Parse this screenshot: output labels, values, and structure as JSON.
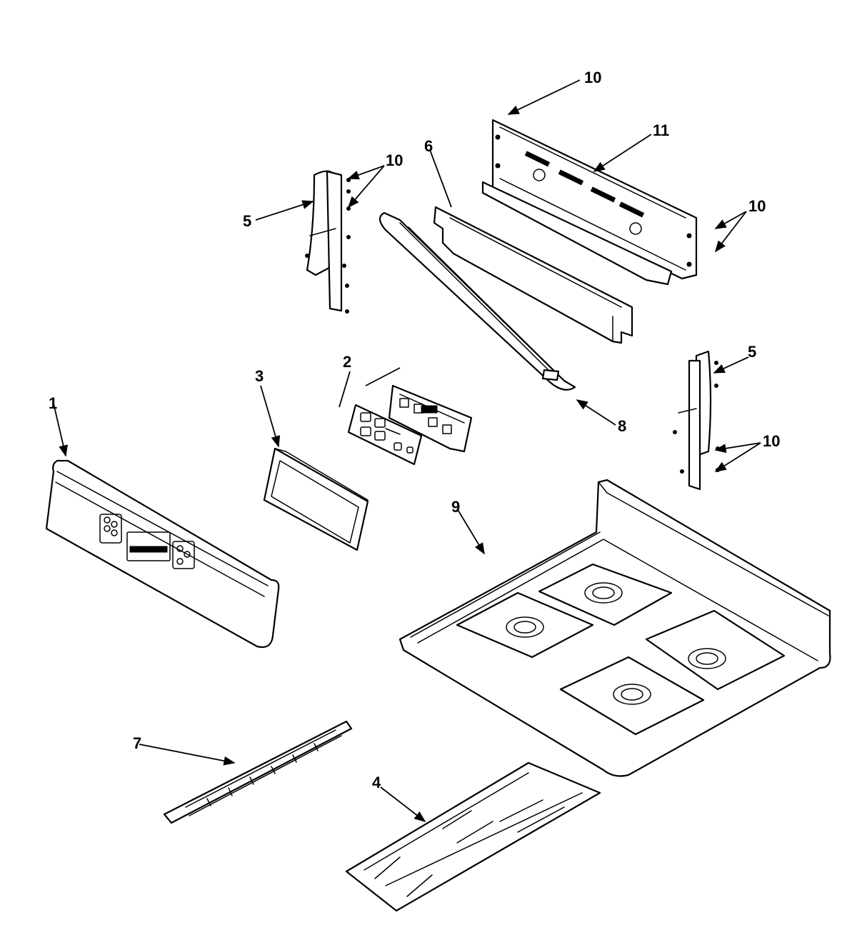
{
  "callouts": {
    "c1": "1",
    "c2": "2",
    "c3": "3",
    "c4": "4",
    "c5_left": "5",
    "c5_right": "5",
    "c6": "6",
    "c7": "7",
    "c8": "8",
    "c9": "9",
    "c10_top": "10",
    "c10_left": "10",
    "c10_right_upper": "10",
    "c10_right_lower": "10",
    "c11": "11"
  }
}
